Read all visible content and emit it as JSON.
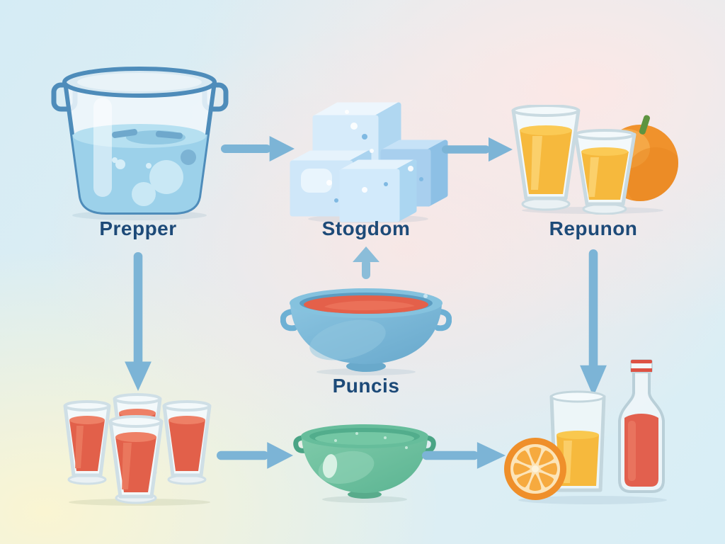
{
  "title": "Punch preparation flow illustration",
  "colors": {
    "label": "#1d4a78",
    "arrow": "#7cb4d6",
    "background_top_left": "#d6edf5",
    "background_top_right": "#fce9e8",
    "background_bottom_left": "#faf6d7",
    "background_bottom_right": "#d8eef5",
    "water": "#9cd1ea",
    "punch_red": "#e2604a",
    "orange_juice": "#f6b93d",
    "ice_blue": "#cfe7f9",
    "bowl_green": "#6cc2a0"
  },
  "nodes": {
    "prepper": {
      "label": "Prepper",
      "icon": "water-bucket-icon"
    },
    "stogdom": {
      "label": "Stogdom",
      "icon": "ice-cubes-icon"
    },
    "repunon": {
      "label": "Repunon",
      "icon": "orange-juice-glasses-and-orange-icon"
    },
    "puncis": {
      "label": "Puncis",
      "icon": "punch-bowl-icon"
    },
    "punch_glasses": {
      "icon": "four-punch-glasses-icon"
    },
    "empty_bowl": {
      "icon": "empty-green-bowl-icon"
    },
    "served_drinks": {
      "icon": "orange-half-juice-glass-and-bottle-icon"
    }
  },
  "connections": [
    {
      "from": "prepper",
      "to": "stogdom",
      "direction": "right"
    },
    {
      "from": "stogdom",
      "to": "repunon",
      "direction": "right"
    },
    {
      "from": "puncis",
      "to": "stogdom",
      "direction": "up"
    },
    {
      "from": "prepper",
      "to": "punch_glasses",
      "direction": "down"
    },
    {
      "from": "repunon",
      "to": "served_drinks",
      "direction": "down"
    },
    {
      "from": "punch_glasses",
      "to": "empty_bowl",
      "direction": "right"
    },
    {
      "from": "empty_bowl",
      "to": "served_drinks",
      "direction": "right"
    }
  ]
}
